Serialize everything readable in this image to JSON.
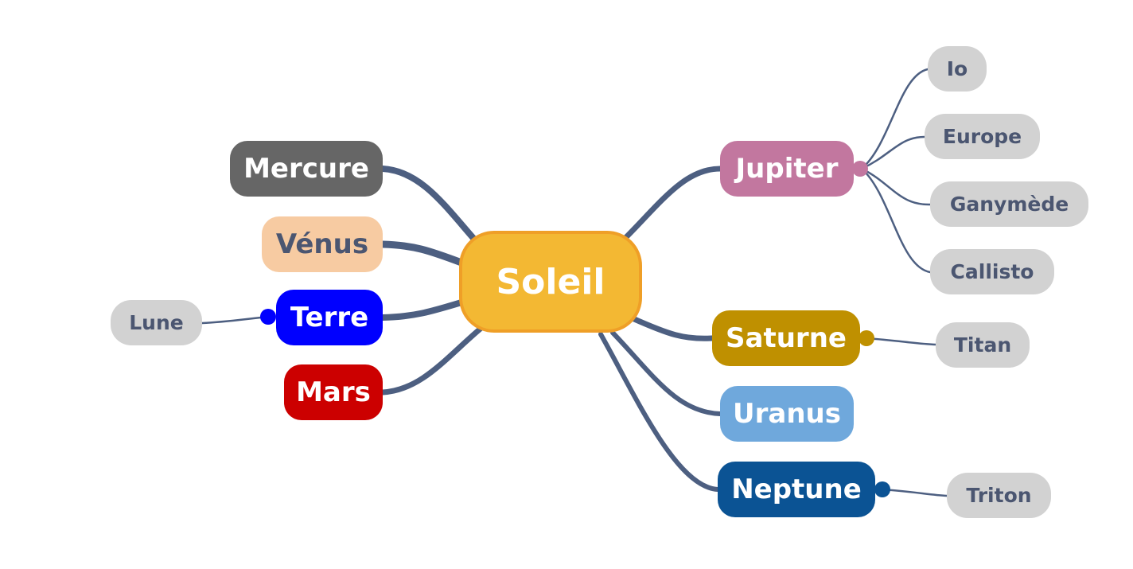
{
  "center": {
    "label": "Soleil",
    "color": "#f3b833",
    "border": "#ef9f27",
    "text_color": "#ffffff"
  },
  "connector_color": "#4d5f81",
  "planets": [
    {
      "id": "mercure",
      "label": "Mercure",
      "color": "#666666",
      "text_color": "#ffffff",
      "moons": []
    },
    {
      "id": "venus",
      "label": "Vénus",
      "color": "#f7cba2",
      "text_color": "#4b5671",
      "moons": []
    },
    {
      "id": "terre",
      "label": "Terre",
      "color": "#0000ff",
      "text_color": "#ffffff",
      "moons": [
        "Lune"
      ]
    },
    {
      "id": "mars",
      "label": "Mars",
      "color": "#cc0000",
      "text_color": "#ffffff",
      "moons": []
    },
    {
      "id": "jupiter",
      "label": "Jupiter",
      "color": "#c2779f",
      "text_color": "#ffffff",
      "moons": [
        "Io",
        "Europe",
        "Ganymède",
        "Callisto"
      ]
    },
    {
      "id": "saturne",
      "label": "Saturne",
      "color": "#bf9000",
      "text_color": "#ffffff",
      "moons": [
        "Titan"
      ]
    },
    {
      "id": "uranus",
      "label": "Uranus",
      "color": "#6fa8dc",
      "text_color": "#ffffff",
      "moons": []
    },
    {
      "id": "neptune",
      "label": "Neptune",
      "color": "#0b5394",
      "text_color": "#ffffff",
      "moons": [
        "Triton"
      ]
    }
  ]
}
